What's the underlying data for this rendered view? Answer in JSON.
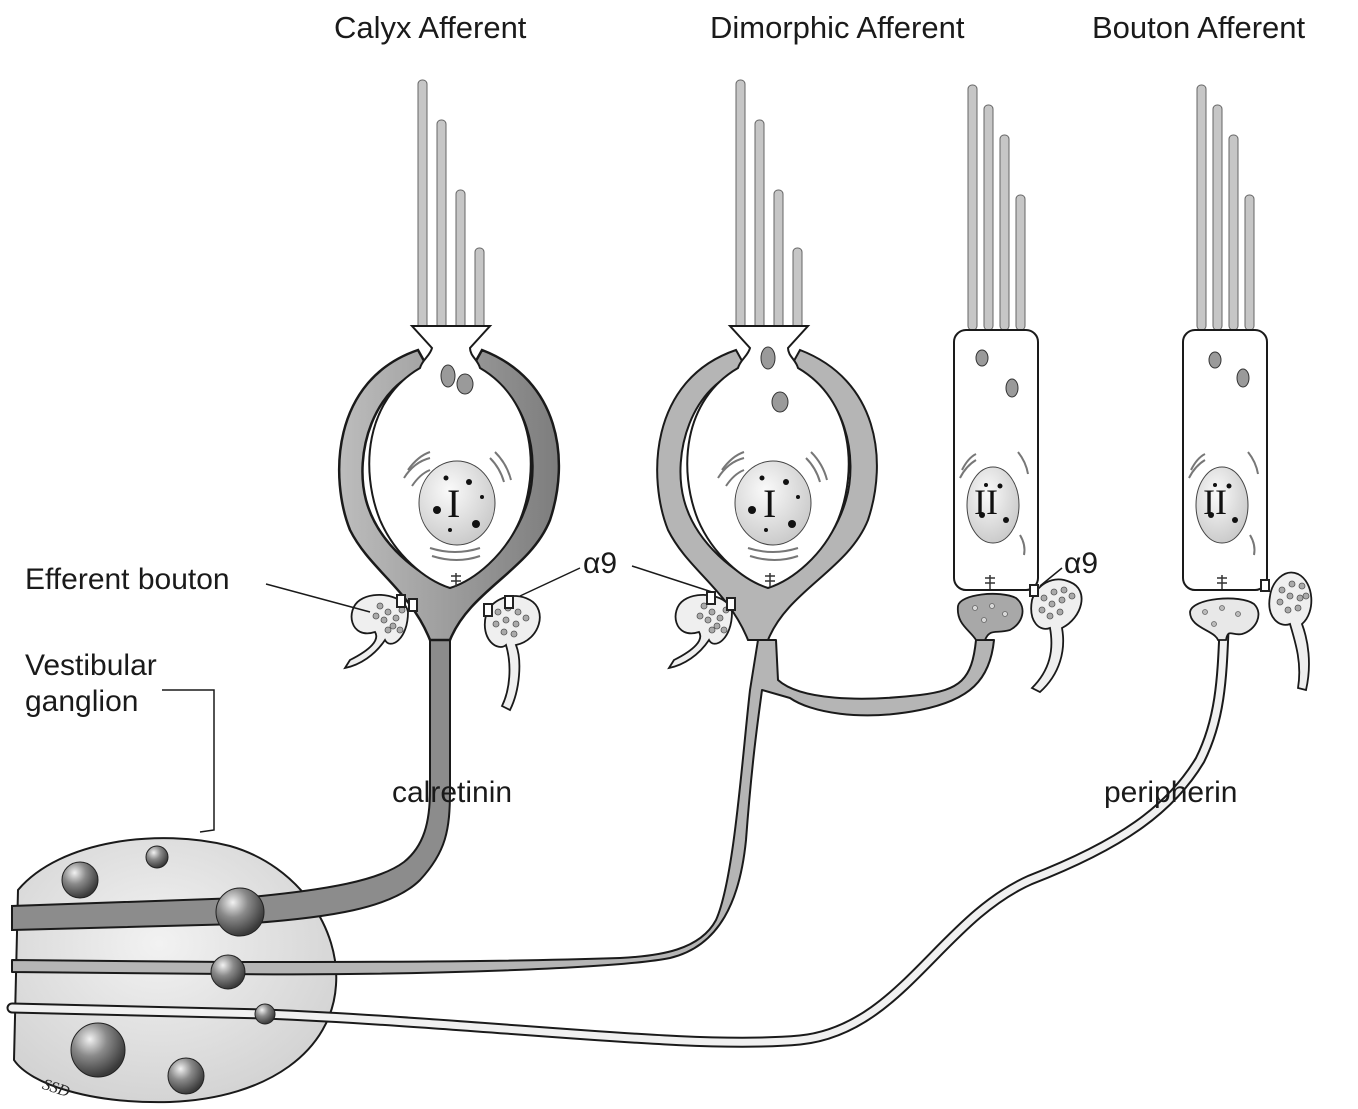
{
  "titles": {
    "calyx": "Calyx Afferent",
    "dimorphic": "Dimorphic Afferent",
    "bouton": "Bouton Afferent"
  },
  "labels": {
    "efferent_bouton": "Efferent bouton",
    "vestibular_ganglion_line1": "Vestibular",
    "vestibular_ganglion_line2": "ganglion",
    "alpha9_left": "α9",
    "alpha9_right": "α9",
    "calretinin": "calretinin",
    "peripherin": "peripherin",
    "signature": "SSD"
  },
  "cells": {
    "type1_calyx": "I",
    "type1_dimorphic": "I",
    "type2_dimorphic": "II",
    "type2_bouton": "II"
  },
  "colors": {
    "calyx_fiber": "#8f8f8f",
    "dimorphic_fiber": "#b8b8b8",
    "bouton_fiber": "#ececec",
    "stereocilia": "#c4c4c4",
    "outline": "#1a1a1a",
    "ganglion": "#e4e4e4",
    "nucleus": "#dcdcdc"
  }
}
